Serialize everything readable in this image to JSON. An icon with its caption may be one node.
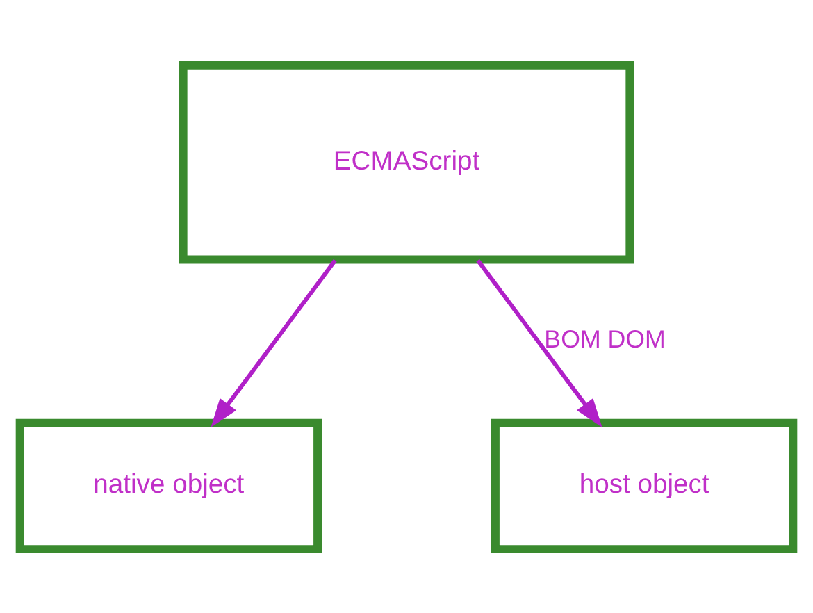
{
  "diagram": {
    "nodes": [
      {
        "text": [
          "ECMAScript"
        ]
      },
      {
        "text": [
          "native object"
        ]
      },
      {
        "text": [
          "host object"
        ]
      }
    ],
    "edges": [
      {
        "from": 0,
        "to": 1,
        "arrow": "to"
      },
      {
        "from": 0,
        "to": 2,
        "arrow": "to",
        "label": "BOM DOM"
      }
    ]
  }
}
